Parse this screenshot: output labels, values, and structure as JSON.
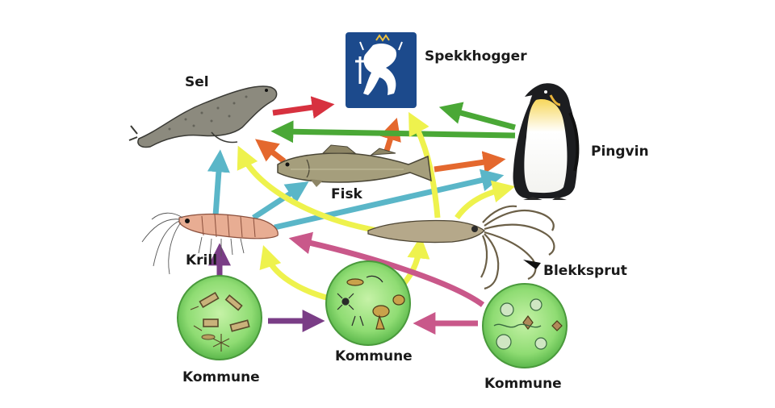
{
  "labels": {
    "sel": "Sel",
    "spekkhogger": "Spekkhogger",
    "pingvin": "Pingvin",
    "fisk": "Fisk",
    "krill": "Krill",
    "blekksprut": "Blekksprut",
    "kommune_left": "Kommune",
    "kommune_middle": "Kommune",
    "kommune_right": "Kommune"
  },
  "colors": {
    "red": "#d7313f",
    "orange": "#e4682e",
    "green": "#4aa836",
    "yellow": "#eef24d",
    "cyan": "#5ab6c8",
    "magenta": "#c9588a",
    "purple": "#7a3d86",
    "emblem": "#1c4a8c"
  }
}
